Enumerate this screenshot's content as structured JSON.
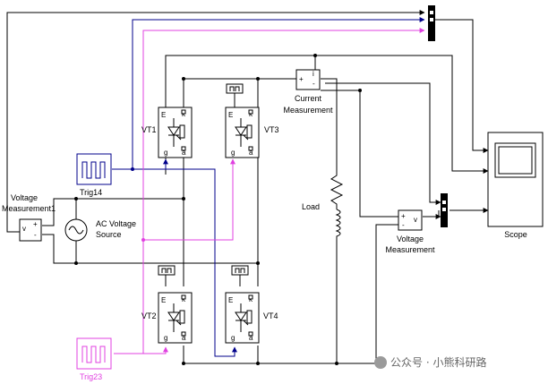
{
  "blocks": {
    "vt1": "VT1",
    "vt2": "VT2",
    "vt3": "VT3",
    "vt4": "VT4",
    "trig14": "Trig14",
    "trig23": "Trig23",
    "ac_source_line1": "AC Voltage",
    "ac_source_line2": "Source",
    "voltage_meas1_line1": "Voltage",
    "voltage_meas1_line2": "Measurement1",
    "voltage_meas_line1": "Voltage",
    "voltage_meas_line2": "Measurement",
    "current_meas_line1": "Current",
    "current_meas_line2": "Measurement",
    "load": "Load",
    "scope": "Scope"
  },
  "ports": {
    "thyristor_e": "E",
    "thyristor_k": "k",
    "thyristor_g": "g",
    "thyristor_a": "a",
    "meas_plus": "+",
    "meas_minus": "-",
    "meas_v": "v",
    "meas_i": "i"
  },
  "watermark": "公众号 · 小熊科研路",
  "colors": {
    "wire": "#000000",
    "trig14_wire": "#00008b",
    "trig23_wire": "#e040e0",
    "trig23_block": "#e040e0"
  }
}
